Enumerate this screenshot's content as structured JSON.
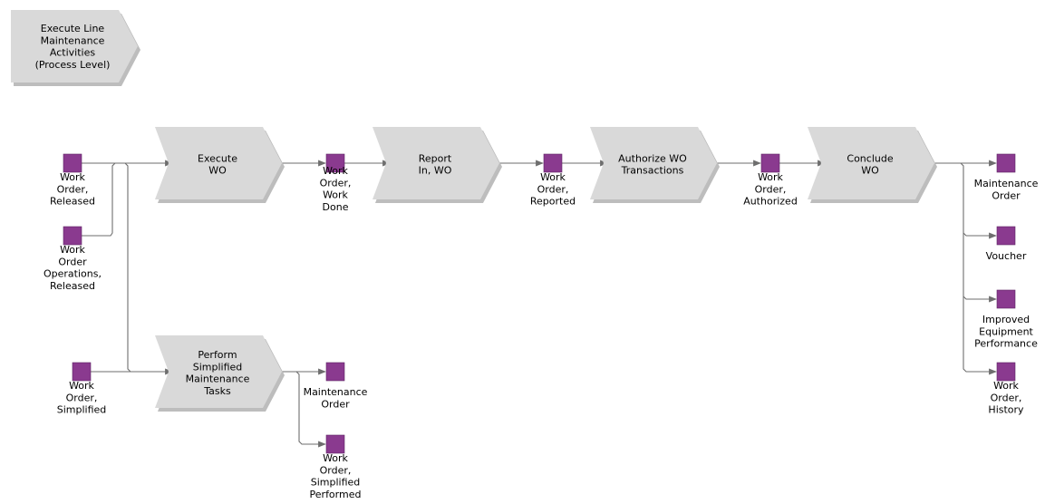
{
  "diagram": {
    "header": "Execute Line\nMaintenance\nActivities\n(Process Level)",
    "processes": {
      "execute_wo": "Execute\nWO",
      "report_in": "Report\nIn, WO",
      "authorize": "Authorize WO\nTransactions",
      "conclude": "Conclude\nWO",
      "perform_simplified": "Perform\nSimplified\nMaintenance\nTasks"
    },
    "objects": {
      "wo_released": "Work\nOrder,\nReleased",
      "wo_ops_released": "Work\nOrder\nOperations,\nReleased",
      "wo_simplified": "Work\nOrder,\nSimplified",
      "wo_work_done": "Work\nOrder,\nWork\nDone",
      "wo_reported": "Work\nOrder,\nReported",
      "wo_authorized": "Work\nOrder,\nAuthorized",
      "maintenance_order_1": "Maintenance\nOrder",
      "wo_simplified_performed": "Work\nOrder,\nSimplified\nPerformed",
      "maintenance_order_2": "Maintenance\nOrder",
      "voucher": "Voucher",
      "improved_equipment": "Improved\nEquipment\nPerformance",
      "wo_history": "Work\nOrder,\nHistory"
    },
    "colors": {
      "process_fill": "#d9d9d9",
      "object_fill": "#8a3a8f",
      "connector": "#6e6e6e"
    }
  }
}
